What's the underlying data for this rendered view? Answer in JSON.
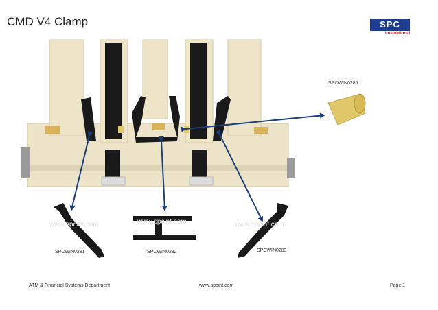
{
  "title": "CMD V4 Clamp",
  "logo": {
    "text": "SPC",
    "subtext": "International"
  },
  "parts": [
    {
      "id": "gear",
      "label": "SPCWIN0285"
    },
    {
      "id": "lever-left",
      "label": "SPCWIN0281"
    },
    {
      "id": "fork",
      "label": "SPCWIN0282"
    },
    {
      "id": "lever-right",
      "label": "SPCWIN0283"
    }
  ],
  "watermark": "www.spcint.com",
  "footer": {
    "department": "ATM & Financial Systems Department",
    "website": "www.spcint.com",
    "page": "Page 1"
  },
  "colors": {
    "arrow": "#1c3f7c",
    "plastic": "#ece3c8",
    "black_parts": "#1a1a1a",
    "gear": "#e0c76a",
    "logo_blue": "#1f3d8f",
    "logo_red": "#c1121f"
  }
}
